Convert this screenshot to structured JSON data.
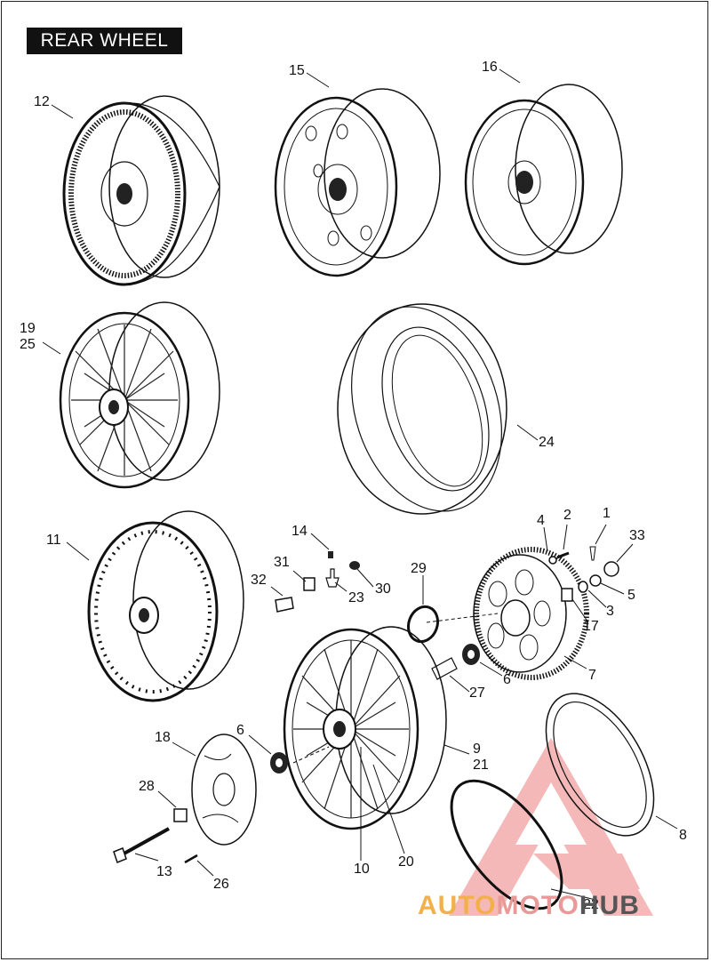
{
  "title": "REAR WHEEL",
  "callouts": [
    {
      "id": "12",
      "label": "12"
    },
    {
      "id": "15",
      "label": "15"
    },
    {
      "id": "16",
      "label": "16"
    },
    {
      "id": "19",
      "label": "19"
    },
    {
      "id": "25",
      "label": "25"
    },
    {
      "id": "24",
      "label": "24"
    },
    {
      "id": "11",
      "label": "11"
    },
    {
      "id": "14",
      "label": "14"
    },
    {
      "id": "31",
      "label": "31"
    },
    {
      "id": "32",
      "label": "32"
    },
    {
      "id": "23",
      "label": "23"
    },
    {
      "id": "30",
      "label": "30"
    },
    {
      "id": "29",
      "label": "29"
    },
    {
      "id": "4",
      "label": "4"
    },
    {
      "id": "2",
      "label": "2"
    },
    {
      "id": "1",
      "label": "1"
    },
    {
      "id": "33",
      "label": "33"
    },
    {
      "id": "5",
      "label": "5"
    },
    {
      "id": "3",
      "label": "3"
    },
    {
      "id": "17",
      "label": "17"
    },
    {
      "id": "7",
      "label": "7"
    },
    {
      "id": "6a",
      "label": "6"
    },
    {
      "id": "27",
      "label": "27"
    },
    {
      "id": "9",
      "label": "9"
    },
    {
      "id": "21",
      "label": "21"
    },
    {
      "id": "18",
      "label": "18"
    },
    {
      "id": "6b",
      "label": "6"
    },
    {
      "id": "28",
      "label": "28"
    },
    {
      "id": "13",
      "label": "13"
    },
    {
      "id": "26",
      "label": "26"
    },
    {
      "id": "10",
      "label": "10"
    },
    {
      "id": "20",
      "label": "20"
    },
    {
      "id": "8",
      "label": "8"
    },
    {
      "id": "22",
      "label": "22"
    }
  ],
  "watermark": {
    "part1": "AUTO",
    "part2": "MOTO",
    "part3": "HUB"
  },
  "colors": {
    "watermark_orange": "#f3b04a",
    "watermark_pink": "#e99a98",
    "watermark_gray": "#555555",
    "title_bg": "#111111"
  }
}
